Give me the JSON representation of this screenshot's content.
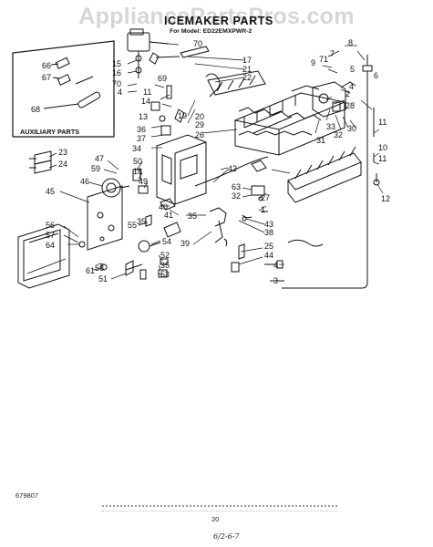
{
  "watermark": "AppliancePartsPros.com",
  "title": "ICEMAKER PARTS",
  "model": "For Model: ED22EMXPWR-2",
  "auxiliary_label": "AUXILIARY PARTS",
  "document_code": "679807",
  "page_number": "20",
  "handwritten_note": "6/2-6-7",
  "callouts": [
    "1",
    "2",
    "3",
    "4",
    "5",
    "6",
    "7",
    "8",
    "9",
    "10",
    "11",
    "12",
    "13",
    "14",
    "15",
    "16",
    "17",
    "18",
    "19",
    "20",
    "21",
    "22",
    "23",
    "24",
    "25",
    "26",
    "27",
    "28",
    "29",
    "30",
    "31",
    "32",
    "33",
    "34",
    "35",
    "36",
    "37",
    "38",
    "39",
    "40",
    "41",
    "42",
    "43",
    "44",
    "45",
    "46",
    "47",
    "48",
    "49",
    "50",
    "51",
    "52",
    "53",
    "54",
    "55",
    "56",
    "57",
    "58",
    "59",
    "60",
    "61",
    "63",
    "64",
    "65",
    "66",
    "67",
    "68",
    "69",
    "70",
    "71"
  ]
}
